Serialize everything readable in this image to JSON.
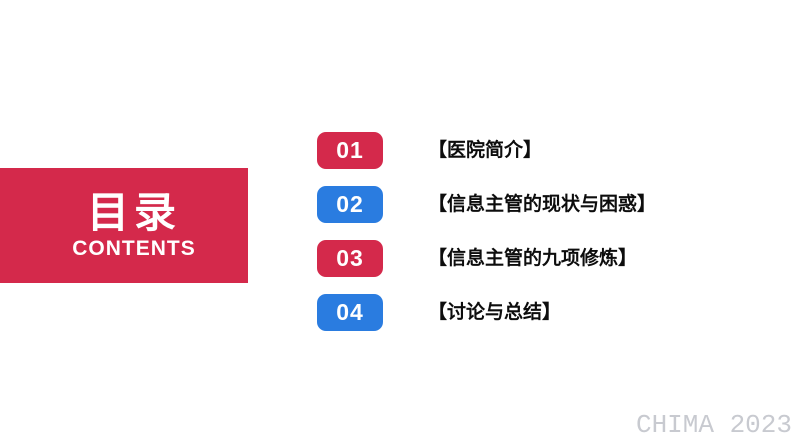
{
  "toc_panel": {
    "title_cn": "目录",
    "title_en": "CONTENTS"
  },
  "items": [
    {
      "number": "01",
      "label": "【医院简介】",
      "badge_color": "#d4294b"
    },
    {
      "number": "02",
      "label": "【信息主管的现状与困惑】",
      "badge_color": "#2a7ce0"
    },
    {
      "number": "03",
      "label": "【信息主管的九项修炼】",
      "badge_color": "#d4294b"
    },
    {
      "number": "04",
      "label": "【讨论与总结】",
      "badge_color": "#2a7ce0"
    }
  ],
  "watermark": "CHIMA 2023",
  "colors": {
    "red": "#d4294b",
    "blue": "#2a7ce0",
    "label_text": "#0d0d0d",
    "watermark_gray": "#c8cad0",
    "background": "#ffffff"
  }
}
